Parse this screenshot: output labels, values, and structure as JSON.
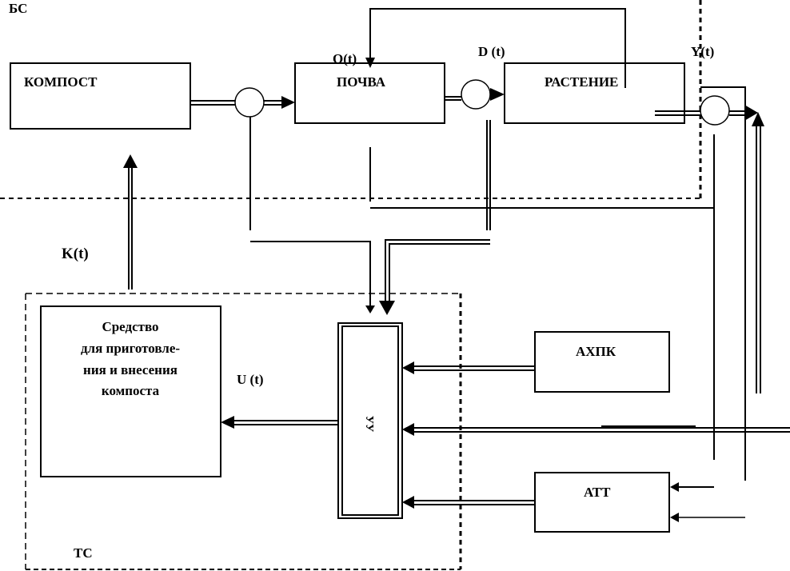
{
  "diagram": {
    "regions": {
      "bio_system": "БС",
      "tech_system": "ТС"
    },
    "blocks": {
      "compost": "КОМПОСТ",
      "soil": "ПОЧВА",
      "plant": "РАСТЕНИЕ",
      "device_lines": [
        "Средство",
        "для приготовле-",
        "ния и внесения",
        "компоста"
      ],
      "controller": "УУ",
      "axpk": "АХПК",
      "att": "АТТ"
    },
    "signals": {
      "o_t": "O(t)",
      "d_t": "D (t)",
      "y_t": "Y(t)",
      "k_t": "K(t)",
      "u_t": "U (t)"
    },
    "colors": {
      "ink": "#000000",
      "background": "#ffffff"
    }
  }
}
